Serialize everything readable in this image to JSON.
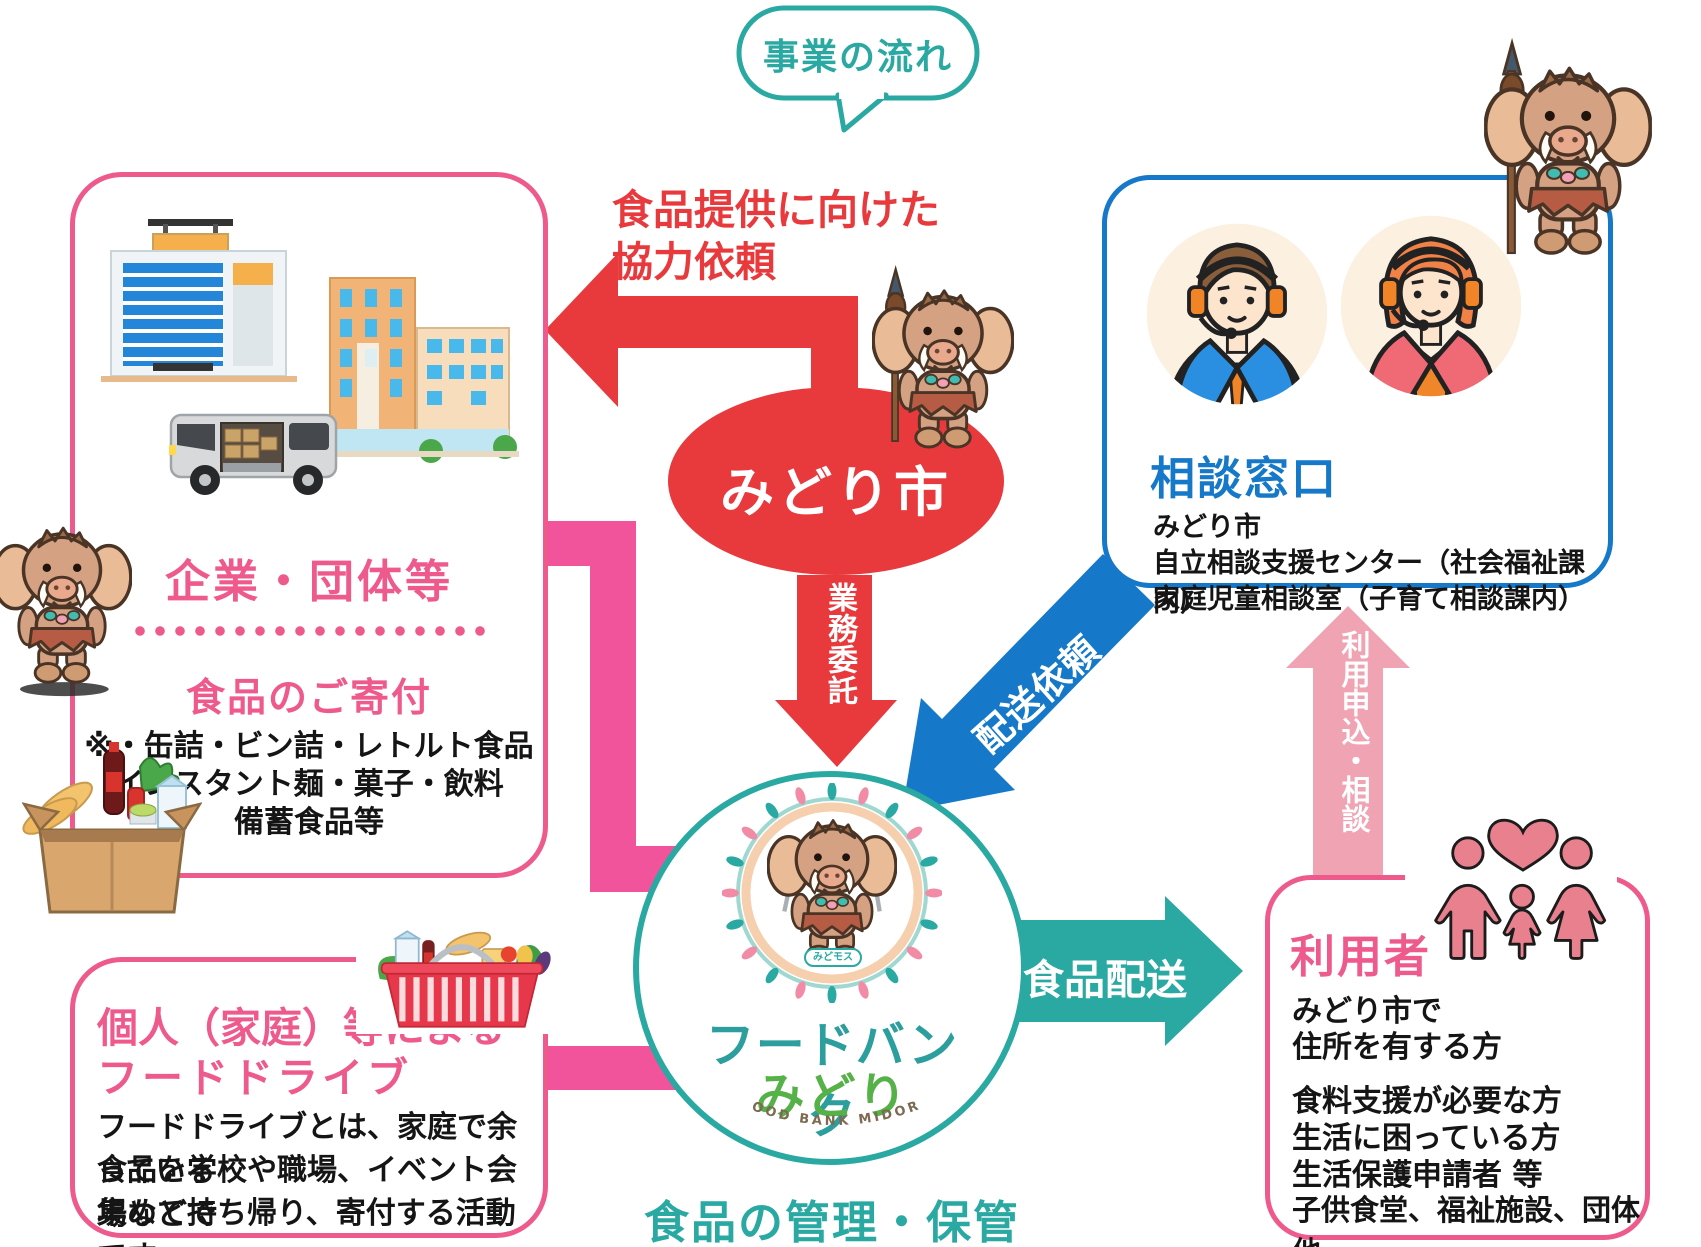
{
  "bubble": {
    "label": "事業の流れ"
  },
  "flow": {
    "cooperation_line1": "食品提供に向けた",
    "cooperation_line2": "協力依頼",
    "midori_city": "みどり市",
    "outsourcing": "業務委託",
    "delivery_request": "配送依頼",
    "food_delivery": "食品配送",
    "application_consult": "利用申込・相談",
    "management": "食品の管理・保管"
  },
  "company_box": {
    "title": "企業・団体等",
    "donation_title": "食品のご寄付",
    "notes": [
      "※・缶詰・ビン詰・レトルト食品",
      "インスタント麺・菓子・飲料",
      "備蓄食品等"
    ]
  },
  "consultation_box": {
    "title": "相談窓口",
    "lines": [
      "みどり市",
      "自立相談支援センター（社会福祉課内）",
      "家庭児童相談室（子育て相談課内）"
    ]
  },
  "food_drive_box": {
    "title_line1": "個人（家庭）等による",
    "title_line2": "フードドライブ",
    "body_lines": [
      "フードドライブとは、家庭で余っている",
      "食品を学校や職場、イベント会場などで",
      "集めて持ち帰り、寄付する活動です"
    ]
  },
  "users_box": {
    "title": "利用者",
    "residence_lines": [
      "みどり市で",
      "住所を有する方"
    ],
    "eligible_lines": [
      "食料支援が必要な方",
      "生活に困っている方",
      "生活保護申請者 等",
      "子供食堂、福祉施設、団体 他"
    ]
  },
  "food_bank": {
    "name_line1": "フードバンク",
    "name_line2": "みどり",
    "name_en": "FOOD BANK MIDORI",
    "mascot_name": "みどモス"
  },
  "colors": {
    "pink": "#ee5a8c",
    "connector_pink": "#f2549b",
    "light_pink": "#efa3b3",
    "red": "#e8393d",
    "blue": "#1678c8",
    "teal": "#2aa8a2",
    "green": "#55b148",
    "brown": "#7c6a52"
  }
}
